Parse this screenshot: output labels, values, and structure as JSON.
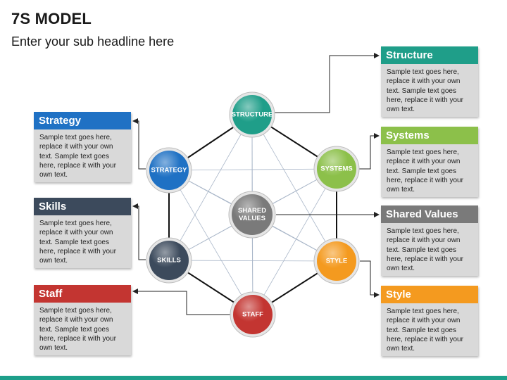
{
  "title": "7S MODEL",
  "subtitle": "Enter your sub headline here",
  "colors": {
    "teal": "#1f9e89",
    "green": "#8cc04a",
    "orange": "#f49a1f",
    "red": "#c33531",
    "slate": "#3c4a5c",
    "blue": "#1f71c4",
    "gray": "#7a7a7a",
    "card_body": "#d9d9d9"
  },
  "nodes": {
    "structure": "STRUCTURE",
    "systems": "SYSTEMS",
    "style": "STYLE",
    "staff": "STAFF",
    "skills": "SKILLS",
    "strategy": "STRATEGY",
    "shared_values_line1": "SHARED",
    "shared_values_line2": "VALUES"
  },
  "cards": {
    "structure": {
      "title": "Structure",
      "text": "Sample text goes here, replace it with your own text. Sample text goes here, replace it with your own text."
    },
    "systems": {
      "title": "Systems",
      "text": "Sample text goes here, replace it with your own text. Sample text goes here, replace it with your own text."
    },
    "shared_values": {
      "title": "Shared Values",
      "text": "Sample text goes here, replace it with your own text. Sample text goes here, replace it with your own text."
    },
    "style": {
      "title": "Style",
      "text": "Sample text goes here, replace it with your own text. Sample text goes here, replace it with your own text."
    },
    "strategy": {
      "title": "Strategy",
      "text": "Sample text goes here, replace it with your own text. Sample text goes here, replace it with your own text."
    },
    "skills": {
      "title": "Skills",
      "text": "Sample text goes here, replace it with your own text. Sample text goes here, replace it with your own text."
    },
    "staff": {
      "title": "Staff",
      "text": "Sample text goes here, replace it with your own text. Sample text goes here, replace it with your own text."
    }
  }
}
